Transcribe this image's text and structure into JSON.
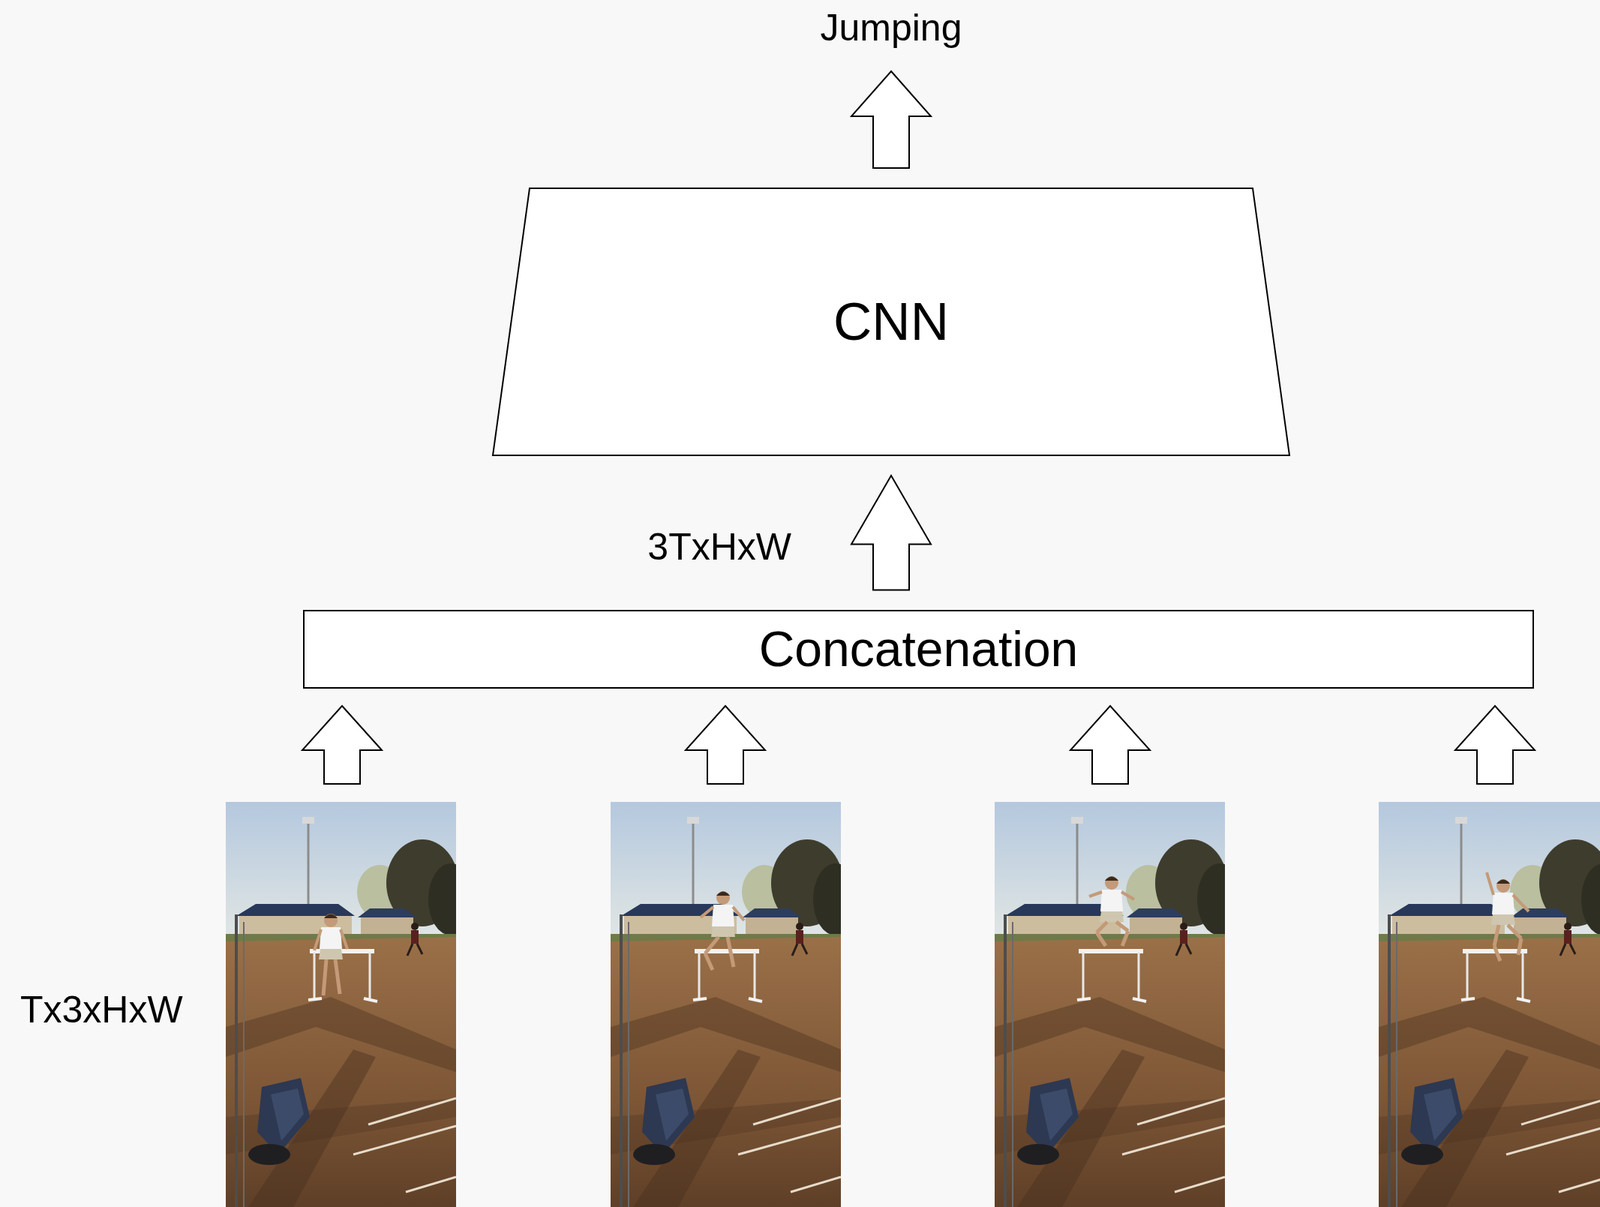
{
  "diagram": {
    "nodes": [
      {
        "text": [
          "CNN"
        ]
      },
      {
        "text": [
          "Concatenation"
        ]
      }
    ],
    "edges": [
      {
        "from": 1,
        "to": 0,
        "arrow": "to",
        "label": "3TxHxW"
      }
    ],
    "labels": [
      "Jumping",
      "Tx3xHxW"
    ]
  }
}
